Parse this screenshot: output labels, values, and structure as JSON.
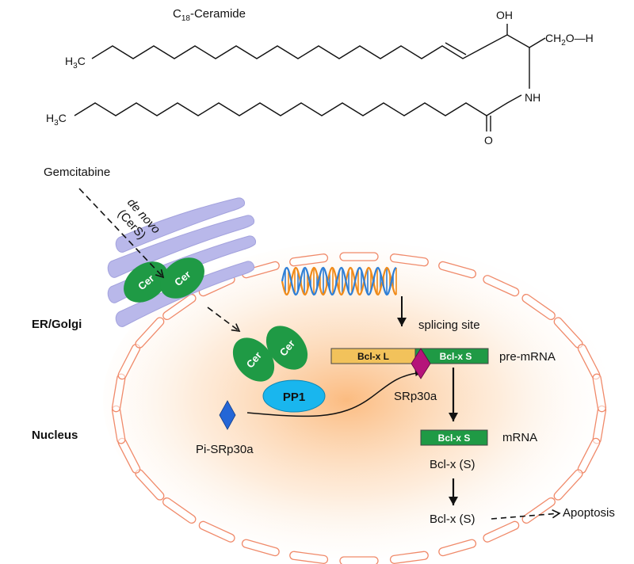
{
  "molecule": {
    "name_prefix": "C",
    "name_sub": "18",
    "name_suffix": "-Ceramide",
    "chain1_label": "H",
    "chain1_sub": "3",
    "chain1_tail": "C",
    "chain2_label": "H",
    "chain2_sub": "3",
    "chain2_tail": "C",
    "oh_label": "OH",
    "ch2oh_label": "CH",
    "ch2oh_sub": "2",
    "ch2oh_tail": "O—H",
    "nh_label": "NH",
    "o_label": "O"
  },
  "pathway": {
    "gemcitabine": "Gemcitabine",
    "de_novo": "de novo",
    "cers": "(CerS)",
    "er_golgi": "ER/Golgi",
    "nucleus": "Nucleus",
    "cer_label": "Cer",
    "pp1": "PP1",
    "pi_srp30a": "Pi-SRp30a",
    "splicing_site": "splicing site",
    "bclxl": "Bcl-x L",
    "bclxs": "Bcl-x S",
    "pre_mrna": "pre-mRNA",
    "srp30a": "SRp30a",
    "mrna_box": "Bcl-x S",
    "mrna": "mRNA",
    "bclxs_protein_1": "Bcl-x (S)",
    "bclxs_protein_2": "Bcl-x (S)",
    "apoptosis": "Apoptosis"
  },
  "colors": {
    "er_membrane": "#b9b8ea",
    "nucleus_glow": "#fbb87a",
    "envelope_stroke": "#f08a6a",
    "cer_green": "#1f9a45",
    "pp1_blue": "#19b6ee",
    "bclxl_orange": "#f2c25b",
    "bclxs_green": "#1f9a45",
    "srp30a_magenta": "#b5147a",
    "pi_srp30a_blue": "#2466d6",
    "dna_orange": "#f08b1a",
    "dna_blue": "#2f7fd6"
  }
}
